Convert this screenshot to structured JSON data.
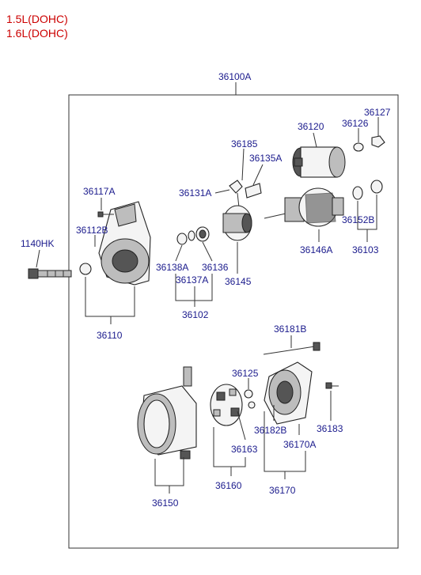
{
  "engines": [
    "1.5L(DOHC)",
    "1.6L(DOHC)"
  ],
  "assembly_label": "36100A",
  "labels": {
    "p1140HK": "1140HK",
    "p36117A": "36117A",
    "p36112B": "36112B",
    "p36110": "36110",
    "p36185": "36185",
    "p36135A": "36135A",
    "p36131A": "36131A",
    "p36120": "36120",
    "p36126": "36126",
    "p36127": "36127",
    "p36138A": "36138A",
    "p36136": "36136",
    "p36137A": "36137A",
    "p36145": "36145",
    "p36102": "36102",
    "p36146A": "36146A",
    "p36152B": "36152B",
    "p36103": "36103",
    "p36181B": "36181B",
    "p36125": "36125",
    "p36182B": "36182B",
    "p36183": "36183",
    "p36163": "36163",
    "p36170A": "36170A",
    "p36150": "36150",
    "p36160": "36160",
    "p36170": "36170"
  },
  "colors": {
    "label": "#1a1a8c",
    "engine": "#cc0000",
    "line": "#333333"
  }
}
